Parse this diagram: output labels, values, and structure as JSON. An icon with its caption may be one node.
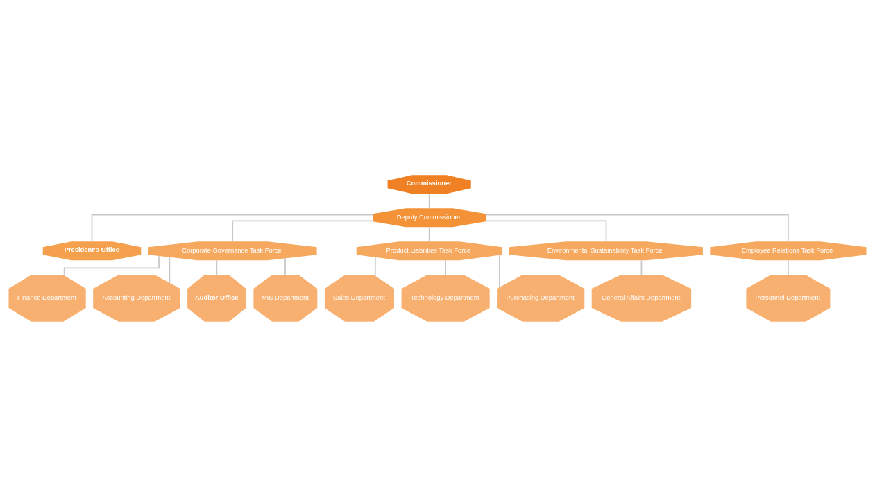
{
  "diagram": {
    "nodes": [
      {
        "text": [
          "Commissioner"
        ]
      },
      {
        "text": [
          "Deputy Commissioner"
        ]
      },
      {
        "text": [
          "President’s Office"
        ]
      },
      {
        "text": [
          "Corporate Governance Task Force"
        ]
      },
      {
        "text": [
          "Product Liabilities Task Force"
        ]
      },
      {
        "text": [
          "Environmental Sustainability Task Force"
        ]
      },
      {
        "text": [
          "Employee Relations Task Force"
        ]
      },
      {
        "text": [
          "Finance Department"
        ]
      },
      {
        "text": [
          "Accounting Department"
        ]
      },
      {
        "text": [
          "Auditor Office"
        ]
      },
      {
        "text": [
          "MIS Department"
        ]
      },
      {
        "text": [
          "Sales Department"
        ]
      },
      {
        "text": [
          "Technology Department"
        ]
      },
      {
        "text": [
          "Purchasing Department"
        ]
      },
      {
        "text": [
          "General Affairs Department"
        ]
      },
      {
        "text": [
          "Personnel Department"
        ]
      }
    ],
    "edges": [
      {
        "from": 0,
        "to": 1,
        "arrow": "none"
      },
      {
        "from": 1,
        "to": 2,
        "arrow": "none"
      },
      {
        "from": 1,
        "to": 3,
        "arrow": "none"
      },
      {
        "from": 1,
        "to": 4,
        "arrow": "none"
      },
      {
        "from": 1,
        "to": 5,
        "arrow": "none"
      },
      {
        "from": 1,
        "to": 6,
        "arrow": "none"
      },
      {
        "from": 3,
        "to": 7,
        "arrow": "none"
      },
      {
        "from": 3,
        "to": 8,
        "arrow": "none"
      },
      {
        "from": 3,
        "to": 9,
        "arrow": "none"
      },
      {
        "from": 3,
        "to": 10,
        "arrow": "none"
      },
      {
        "from": 4,
        "to": 11,
        "arrow": "none"
      },
      {
        "from": 4,
        "to": 12,
        "arrow": "none"
      },
      {
        "from": 4,
        "to": 13,
        "arrow": "none"
      },
      {
        "from": 5,
        "to": 14,
        "arrow": "none"
      },
      {
        "from": 6,
        "to": 15,
        "arrow": "none"
      }
    ]
  }
}
